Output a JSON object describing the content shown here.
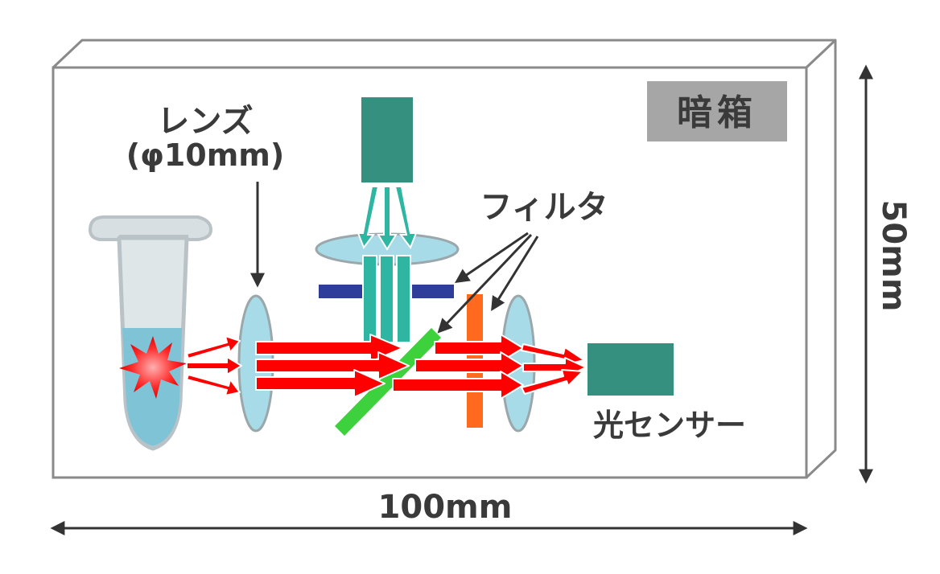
{
  "labels": {
    "dark_box": "暗箱",
    "lens_name": "レンズ",
    "lens_size": "(φ10mm)",
    "filter": "フィルタ",
    "light_sensor": "光センサー",
    "width_dimension": "100mm",
    "height_dimension": "50mm"
  },
  "colors": {
    "box_outline": "#8a8a8a",
    "dark_box_badge": "#a6a6a6",
    "light_source": "#36907f",
    "sensor": "#36907f",
    "lens": "#a8dbe8",
    "excitation_light": "#2eb6a2",
    "fluorescence_light": "#ff0000",
    "excitation_filter": "#2e3d99",
    "dichroic_mirror": "#3dd13d",
    "emission_filter": "#ff6a1f",
    "sample_liquid": "#7fc3d6",
    "tube": "#d5dde0",
    "annotation": "#333333"
  }
}
